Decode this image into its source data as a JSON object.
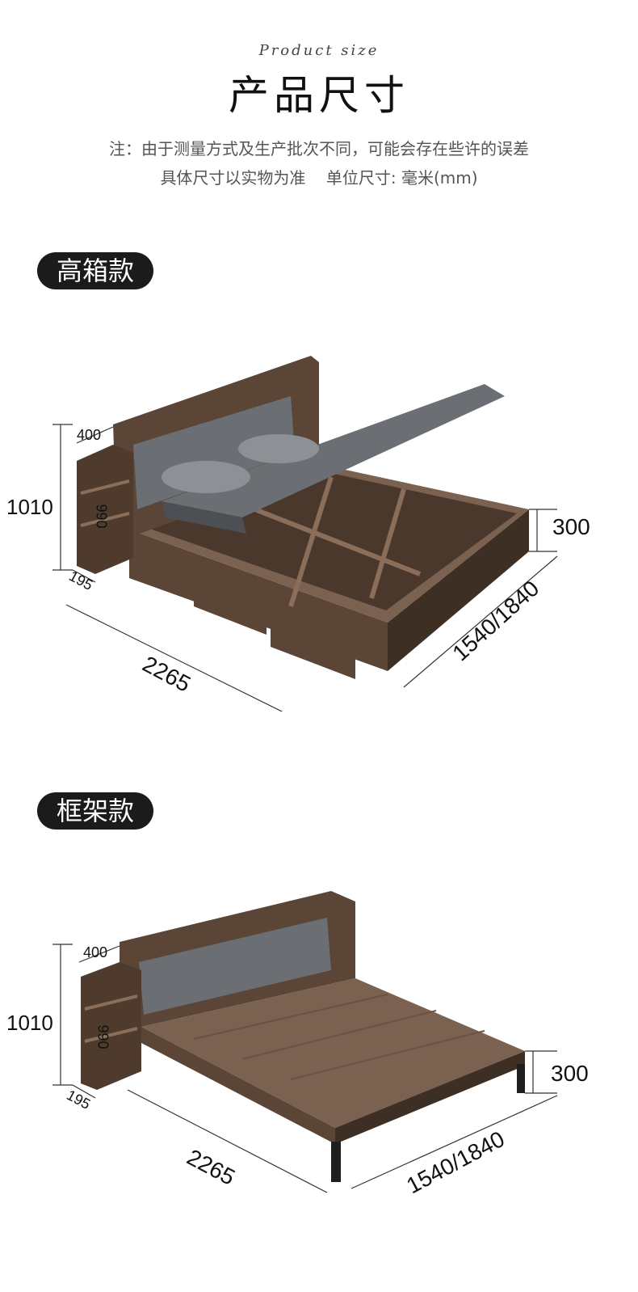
{
  "header": {
    "script_title": "Product size",
    "title": "产品尺寸",
    "note_line1": "注：由于测量方式及生产批次不同，可能会存在些许的误差",
    "note_line2": "具体尺寸以实物为准    单位尺寸: 毫米(mm)"
  },
  "sections": [
    {
      "label": "高箱款",
      "dims": {
        "height_total": "1010",
        "headboard_depth": "400",
        "shelf_height": "990",
        "side_width": "195",
        "length": "2265",
        "bed_height": "300",
        "width": "1540/1840"
      }
    },
    {
      "label": "框架款",
      "dims": {
        "height_total": "1010",
        "headboard_depth": "400",
        "shelf_height": "990",
        "side_width": "195",
        "length": "2265",
        "bed_height": "300",
        "width": "1540/1840"
      }
    }
  ],
  "colors": {
    "wood": "#5a4536",
    "wood_dark": "#3e2f25",
    "wood_light": "#7a6150",
    "fabric": "#6b6f74",
    "fabric_dark": "#4c5055",
    "pill_bg": "#1b1b1b"
  }
}
